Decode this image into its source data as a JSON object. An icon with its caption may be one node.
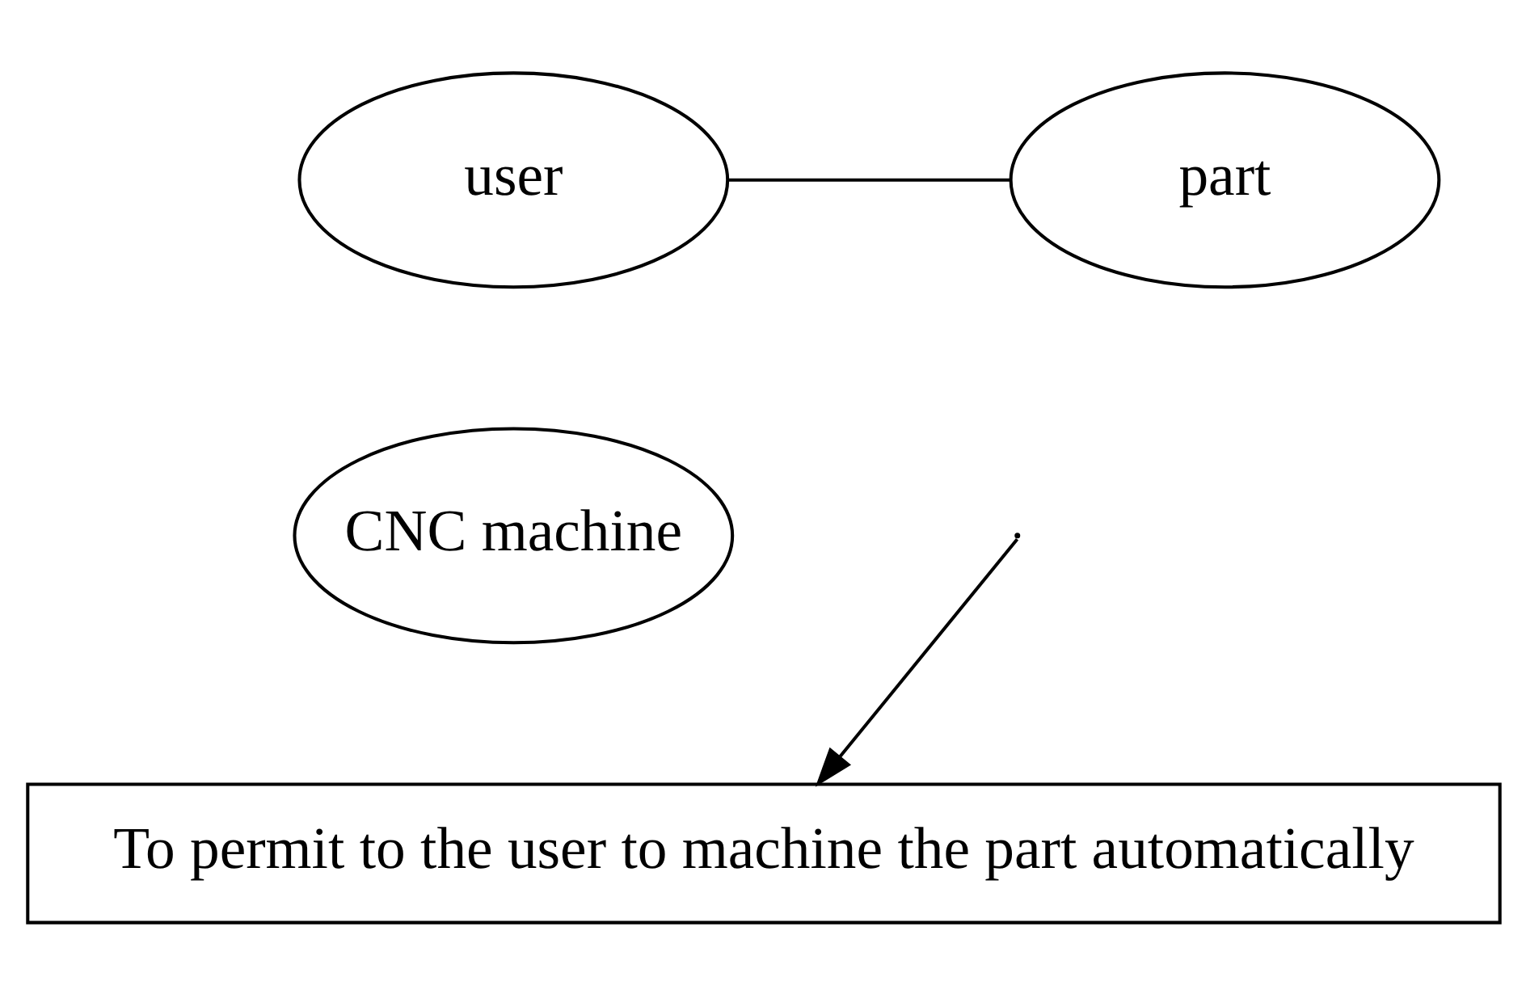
{
  "diagram": {
    "nodes": [
      {
        "text": [
          "user"
        ]
      },
      {
        "text": [
          "part"
        ]
      },
      {
        "text": [
          "CNC machine"
        ]
      },
      {
        "text": [
          "To permit to the user to machine the part automatically"
        ]
      }
    ],
    "edges": [
      {
        "from": 0,
        "to": 1,
        "arrow": "none"
      },
      {
        "from": null,
        "to": 3,
        "arrow": "to"
      }
    ]
  }
}
